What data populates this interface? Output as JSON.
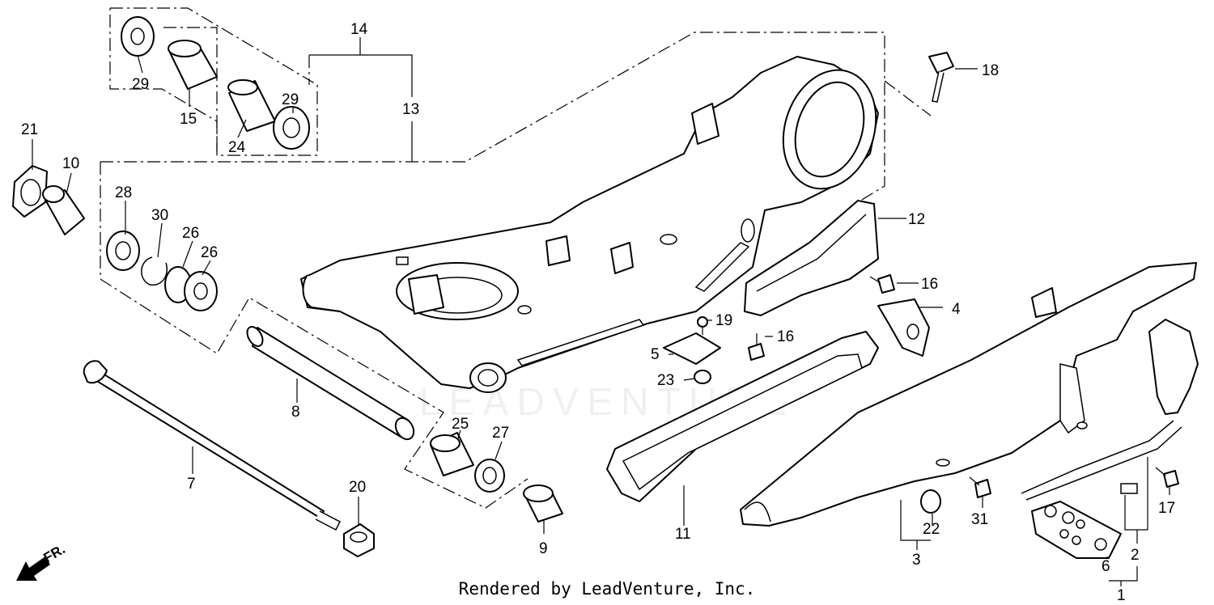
{
  "watermark_text": "LEADVENTURE",
  "credit": "Rendered by LeadVenture, Inc.",
  "direction_label": "FR.",
  "callouts": {
    "c1": "1",
    "c2": "2",
    "c3": "3",
    "c4": "4",
    "c5": "5",
    "c6": "6",
    "c7": "7",
    "c8": "8",
    "c9": "9",
    "c10": "10",
    "c11": "11",
    "c12": "12",
    "c13": "13",
    "c14": "14",
    "c15": "15",
    "c16a": "16",
    "c16b": "16",
    "c17": "17",
    "c18": "18",
    "c19": "19",
    "c20": "20",
    "c21": "21",
    "c22": "22",
    "c23": "23",
    "c24": "24",
    "c25": "25",
    "c26a": "26",
    "c26b": "26",
    "c27": "27",
    "c28": "28",
    "c29a": "29",
    "c29b": "29",
    "c30": "30",
    "c31": "31"
  }
}
